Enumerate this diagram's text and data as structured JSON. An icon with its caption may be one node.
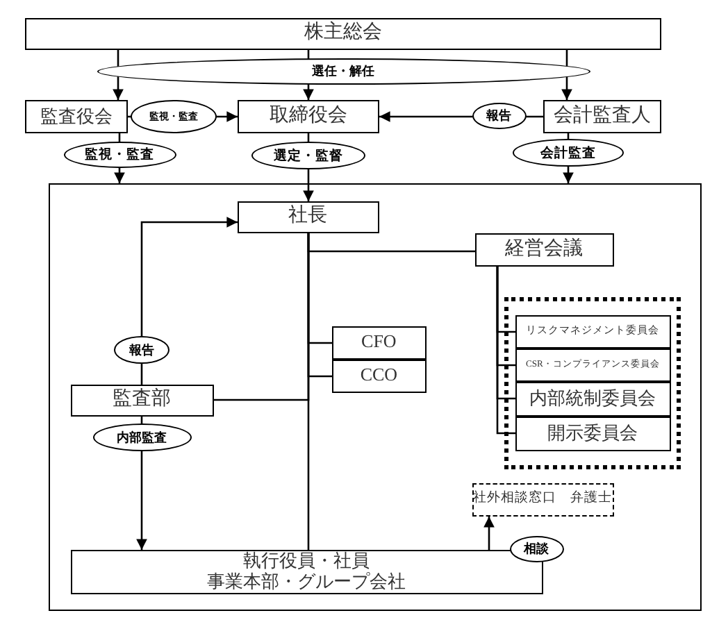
{
  "diagram": {
    "nodes": [
      {
        "text": [
          "株主総会"
        ]
      },
      {
        "text": [
          "監査役会"
        ]
      },
      {
        "text": [
          "取締役会"
        ]
      },
      {
        "text": [
          "会計監査人"
        ]
      },
      {
        "text": [],
        "shape": "box"
      },
      {
        "text": [
          "社長"
        ],
        "in": 4
      },
      {
        "text": [
          "経営会議"
        ],
        "in": 4
      },
      {
        "text": [
          "CFO"
        ],
        "in": 4
      },
      {
        "text": [
          "CCO"
        ],
        "in": 4
      },
      {
        "text": [],
        "shape": "box",
        "in": 4
      },
      {
        "text": [
          "リスクマネジメント委員会"
        ],
        "in": 9
      },
      {
        "text": [
          "CSR・コンプライアンス委員会"
        ],
        "in": 9
      },
      {
        "text": [
          "内部統制委員会"
        ],
        "in": 9
      },
      {
        "text": [
          "開示委員会"
        ],
        "in": 9
      },
      {
        "text": [
          "監査部"
        ],
        "in": 4
      },
      {
        "text": [
          "社外相談窓口　弁護士"
        ],
        "in": 4
      },
      {
        "text": [
          "執行役員・社員",
          "事業本部・グループ会社"
        ],
        "in": 4
      }
    ],
    "edges": [
      {
        "from": 0,
        "to": 1,
        "arrow": "to"
      },
      {
        "from": 0,
        "to": 2,
        "arrow": "to",
        "label": "選任・解任"
      },
      {
        "from": 0,
        "to": 3,
        "arrow": "to"
      },
      {
        "from": 1,
        "to": 2,
        "arrow": "to",
        "label": "監視・監査"
      },
      {
        "from": 3,
        "to": 2,
        "arrow": "to",
        "label": "報告"
      },
      {
        "from": 1,
        "to": 4,
        "arrow": "to",
        "label": "監視・監査"
      },
      {
        "from": 2,
        "to": 5,
        "arrow": "to",
        "label": "選定・監督"
      },
      {
        "from": 3,
        "to": 4,
        "arrow": "to",
        "label": "会計監査"
      },
      {
        "from": 14,
        "to": 5,
        "arrow": "to",
        "label": "報告"
      },
      {
        "from": 14,
        "to": 16,
        "arrow": "to",
        "label": "内部監査"
      },
      {
        "from": 5,
        "to": 6,
        "arrow": "none"
      },
      {
        "from": 5,
        "to": 7,
        "arrow": "none"
      },
      {
        "from": 5,
        "to": 8,
        "arrow": "none"
      },
      {
        "from": 5,
        "to": 14,
        "arrow": "none"
      },
      {
        "from": 5,
        "to": 16,
        "arrow": "none"
      },
      {
        "from": 6,
        "to": 10,
        "arrow": "none"
      },
      {
        "from": 6,
        "to": 11,
        "arrow": "none"
      },
      {
        "from": 6,
        "to": 12,
        "arrow": "none"
      },
      {
        "from": 6,
        "to": 13,
        "arrow": "none"
      },
      {
        "from": 16,
        "to": 15,
        "arrow": "to",
        "label": "相談"
      }
    ]
  }
}
